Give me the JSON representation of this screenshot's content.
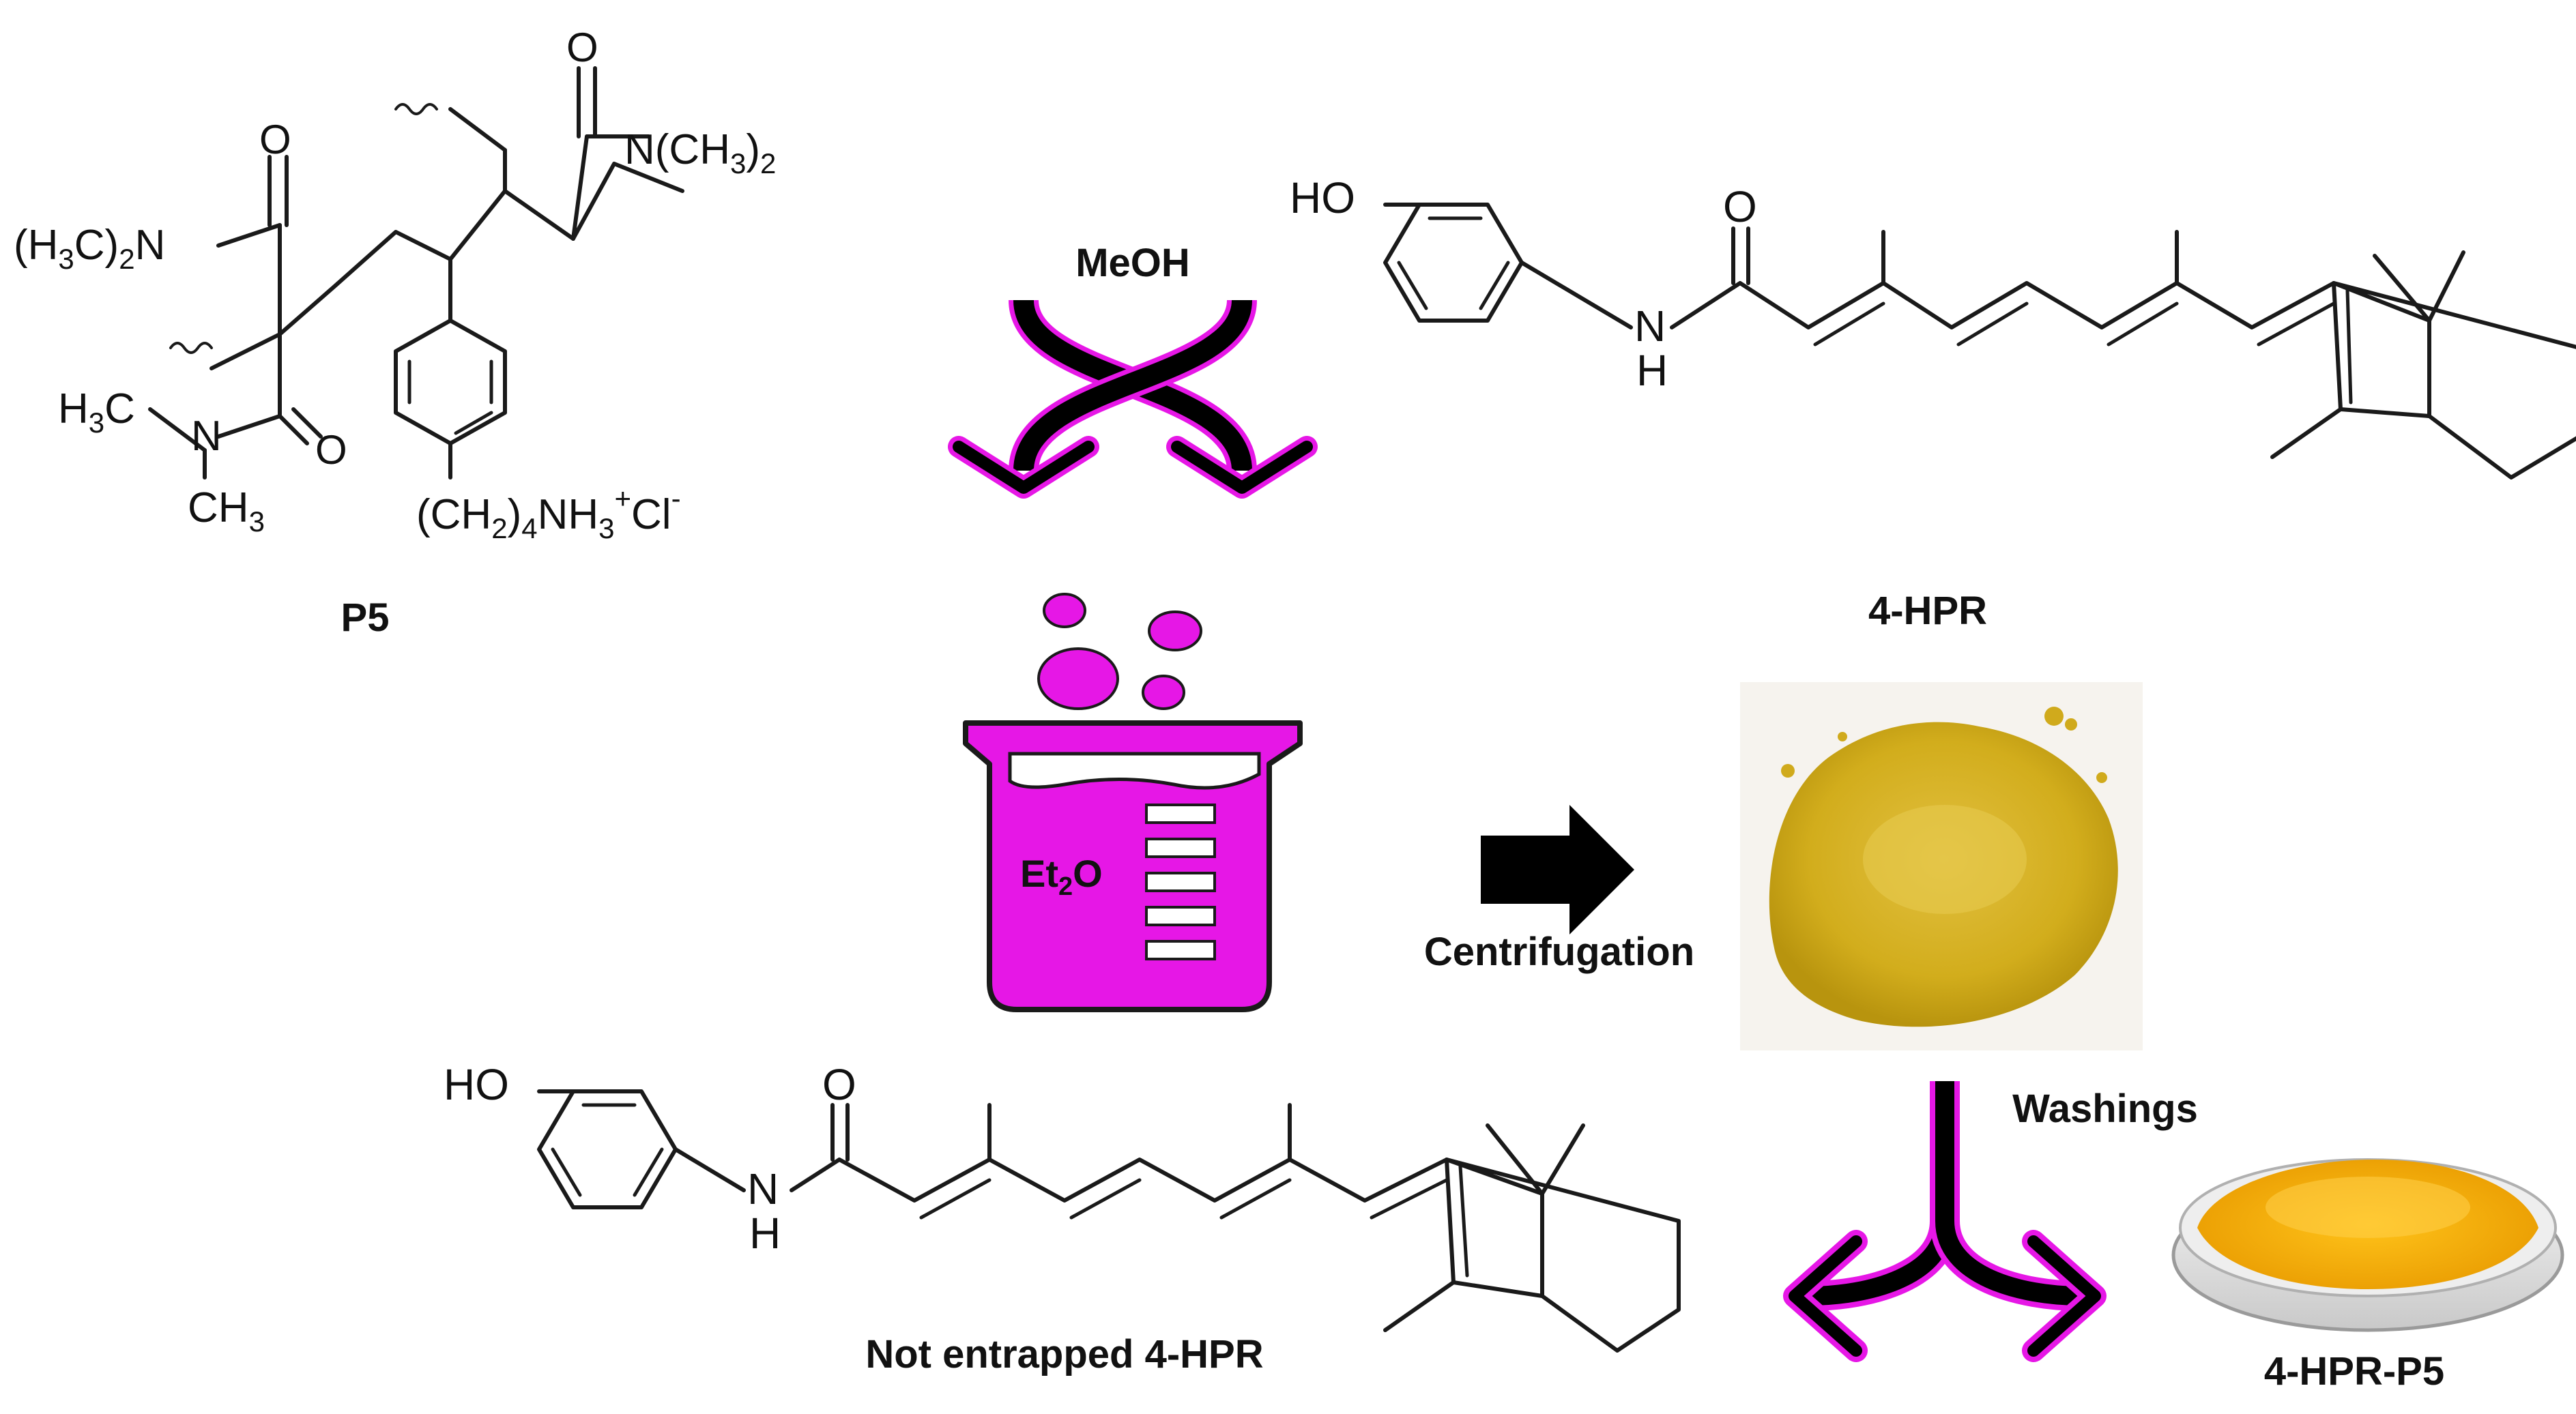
{
  "labels": {
    "p5": "P5",
    "hpr": "4-HPR",
    "methanol": "MeOH",
    "ether_et": "Et",
    "ether_sub": "2",
    "ether_o": "O",
    "centrifugation": "Centrifugation",
    "washings": "Washings",
    "not_entrapped": "Not entrapped 4-HPR",
    "product": "4-HPR-P5"
  },
  "atoms": {
    "o": "O",
    "n": "N",
    "h": "H",
    "ho": "HO",
    "nme2_right": "N(CH",
    "nme2_right_sub": "3",
    "nme2_right_close": ")",
    "nme2_right_sub2": "2",
    "nme2_left_open": "(H",
    "nme2_left_sub1": "3",
    "nme2_left_c": "C)",
    "nme2_left_sub2": "2",
    "nme2_left_n": "N",
    "h3c": "H",
    "h3c_sub": "3",
    "h3c_c": "C",
    "ch3": "CH",
    "ch3_sub": "3",
    "ammonium_ch": "(CH",
    "ammonium_sub1": "2",
    "ammonium_close": ")",
    "ammonium_sub2": "4",
    "ammonium_nh": "NH",
    "ammonium_sub3": "3",
    "ammonium_sup": "+",
    "ammonium_cl": "Cl",
    "ammonium_minus": "-"
  },
  "colors": {
    "accent_magenta": "#e617e6",
    "arrow_black": "#000000",
    "powder_yellow": "#d8b31f",
    "powder_orange": "#f0a800",
    "text": "#111111"
  }
}
